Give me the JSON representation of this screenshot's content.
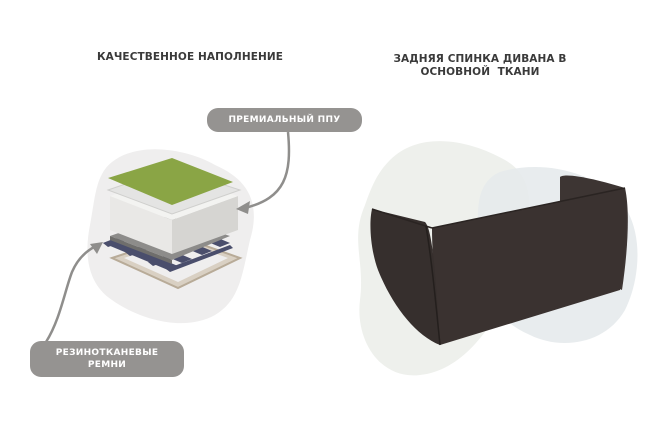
{
  "left_section": {
    "title": "КАЧЕСТВЕННОЕ НАПОЛНЕНИЕ",
    "labels": {
      "foam": "ПРЕМИАЛЬНЫЙ ППУ",
      "belts_line1": "РЕЗИНОТКАНЕВЫЕ",
      "belts_line2": "РЕМНИ"
    },
    "layers": [
      "green-top-fabric",
      "white-padding",
      "foam-block",
      "grey-base",
      "navy-woven-belts",
      "beige-frame"
    ]
  },
  "right_section": {
    "title_line1": "ЗАДНЯЯ СПИНКА ДИВАНА В",
    "title_line2": "ОСНОВНОЙ  ТКАНИ"
  },
  "colors": {
    "pill_bg": "#959391",
    "green_layer": "#8aa545",
    "belt_navy": "#4a4e6c",
    "sofa_fabric": "#3a3230",
    "blob_left": "#efeeee",
    "blob_right_a": "#eef0ec",
    "blob_right_b": "#e6eaec",
    "arrow": "#8f8e8c"
  }
}
